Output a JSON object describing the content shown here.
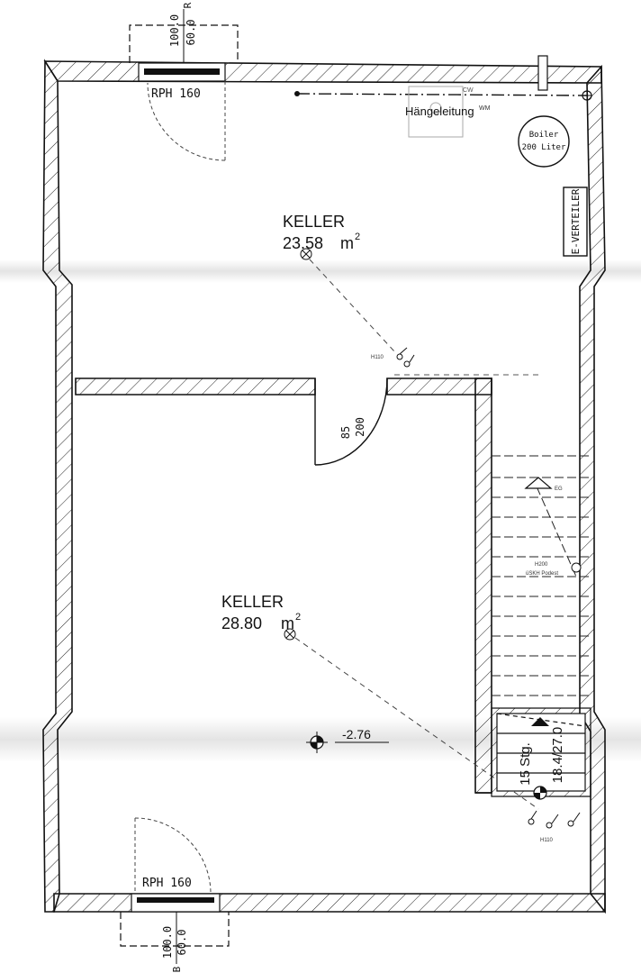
{
  "rooms": [
    {
      "name": "KELLER",
      "area": "23.58",
      "unit": "m",
      "sup": "2"
    },
    {
      "name": "KELLER",
      "area": "28.80",
      "unit": "m",
      "sup": "2"
    }
  ],
  "windows": {
    "top_label": "RPH 160",
    "bottom_label": "RPH 160",
    "top_dims": [
      "100.0",
      "60.0"
    ],
    "top_dims_suffix": "R",
    "bottom_dims": [
      "100.0",
      "60.0"
    ],
    "bottom_dims_prefix": "B"
  },
  "equipment": {
    "haengeleitung": "Hängeleitung",
    "haengeleitung_suffix": "WM",
    "boiler_line1": "Boiler",
    "boiler_line2": "200 Liter",
    "e_verteiler": "E-VERTEILER",
    "h110_upper": "H110",
    "h110_lower": "H110",
    "h200": "H200",
    "h200_sub": "üSKH Podest",
    "eg": "EG",
    "cw": "CW"
  },
  "door": {
    "width": "85",
    "height": "200"
  },
  "stairs": {
    "steps": "15 Stg.",
    "rise_run": "18.4/27.0"
  },
  "level": {
    "value": "-2.76"
  },
  "colors": {
    "ink": "#111111",
    "hatch": "#222222",
    "scan_band": "#e7e7e7"
  }
}
